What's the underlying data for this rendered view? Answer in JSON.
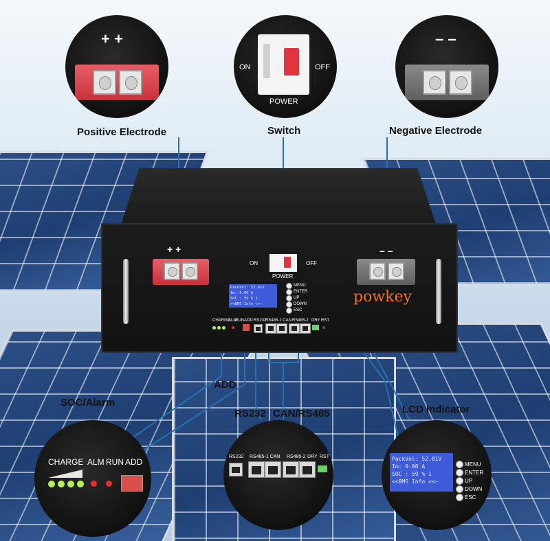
{
  "callouts": {
    "positive": "Positive Electrode",
    "switch": "Switch",
    "negative": "Negative Electrode",
    "add": "ADD",
    "soc_alarm": "SOC/Alarm",
    "rs232": "RS232",
    "can_rs485": "CAN/RS485",
    "lcd_indicator": "LCD  Indicator"
  },
  "positive_terminal": {
    "sign": "+ +"
  },
  "negative_terminal": {
    "sign": "– –"
  },
  "power_switch": {
    "on": "ON",
    "off": "OFF",
    "label": "POWER"
  },
  "brand": "powkey",
  "lcd": {
    "line1": "PackVol: 52.81V",
    "line2": "Im:      0.00 A",
    "line3": "SOC :   59 %  1",
    "line4": "<<BMS Info <<—"
  },
  "menu_buttons": [
    "MENU",
    "ENTER",
    "UP",
    "DOWN",
    "ESC"
  ],
  "port_labels": {
    "charge": "CHARGE",
    "alm": "ALM",
    "run": "RUN",
    "add": "ADD",
    "rs232": "RS232",
    "rs485_1_can": "RS485-1 CAN",
    "rs485_2": "RS485-2",
    "dry": "DRY",
    "rst": "RST"
  },
  "colors": {
    "wire": "#2a6fb0",
    "terminal_red": "#d63b44",
    "lcd_blue": "#3f5bd9",
    "led_green": "#b8f05a",
    "led_red": "#e23030"
  }
}
